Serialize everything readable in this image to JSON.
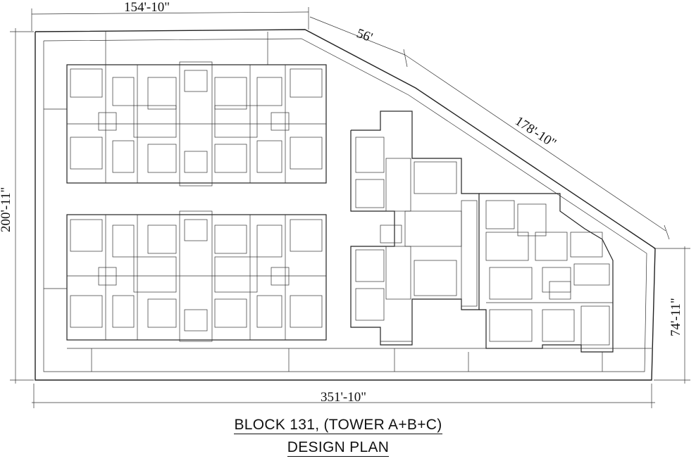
{
  "dimensions": {
    "top_left": "154'-10\"",
    "top_angle_short": "56'",
    "top_angle_long": "178'-10\"",
    "left_height": "200'-11\"",
    "right_height": "74'-11\"",
    "bottom_width": "351'-10\""
  },
  "caption": {
    "line1": "BLOCK 131, (TOWER A+B+C)",
    "line2": "DESIGN PLAN"
  }
}
